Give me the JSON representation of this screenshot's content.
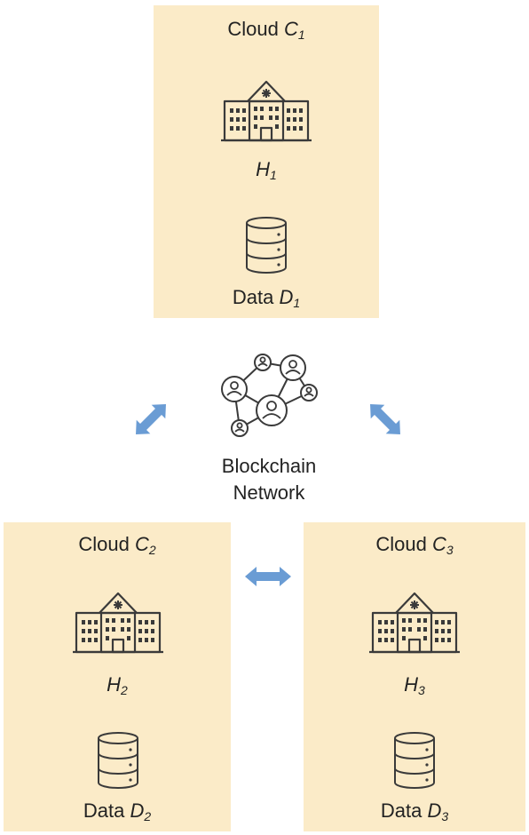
{
  "colors": {
    "cloud_fill": "#fbebc8",
    "arrow": "#6a9cd4",
    "icon_stroke": "#3a3a3a",
    "text": "#222222"
  },
  "network": {
    "line1": "Blockchain",
    "line2": "Network",
    "icon": "network-nodes-icon"
  },
  "clouds": [
    {
      "title_word": "Cloud",
      "title_var": "C",
      "title_sub": "1",
      "hospital_var": "H",
      "hospital_sub": "1",
      "hospital_icon": "hospital-icon",
      "data_word": "Data",
      "data_var": "D",
      "data_sub": "1",
      "data_icon": "database-icon"
    },
    {
      "title_word": "Cloud",
      "title_var": "C",
      "title_sub": "2",
      "hospital_var": "H",
      "hospital_sub": "2",
      "hospital_icon": "hospital-icon",
      "data_word": "Data",
      "data_var": "D",
      "data_sub": "2",
      "data_icon": "database-icon"
    },
    {
      "title_word": "Cloud",
      "title_var": "C",
      "title_sub": "3",
      "hospital_var": "H",
      "hospital_sub": "3",
      "hospital_icon": "hospital-icon",
      "data_word": "Data",
      "data_var": "D",
      "data_sub": "3",
      "data_icon": "database-icon"
    }
  ],
  "arrows": [
    {
      "icon": "double-arrow-icon",
      "connects": "C1-network"
    },
    {
      "icon": "double-arrow-icon",
      "connects": "C3-network"
    },
    {
      "icon": "double-arrow-icon",
      "connects": "C2-C3"
    }
  ]
}
